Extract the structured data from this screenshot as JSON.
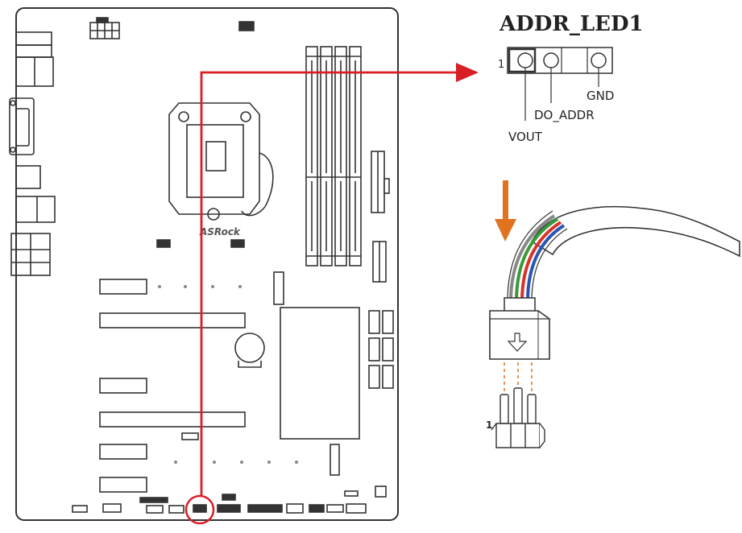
{
  "header": {
    "title": "ADDR_LED1",
    "pin1_marker": "1"
  },
  "pins": {
    "vout": "VOUT",
    "do_addr": "DO_ADDR",
    "gnd": "GND"
  },
  "board": {
    "brand_logo_text": "ASRock"
  },
  "connector": {
    "pin1_marker": "1"
  },
  "colors": {
    "callout_line": "#d81f26",
    "insert_arrow": "#e0731f",
    "board_outline": "#333333",
    "wire_red": "#d9322b",
    "wire_green": "#3a9a3a",
    "wire_blue": "#2a55b5"
  }
}
